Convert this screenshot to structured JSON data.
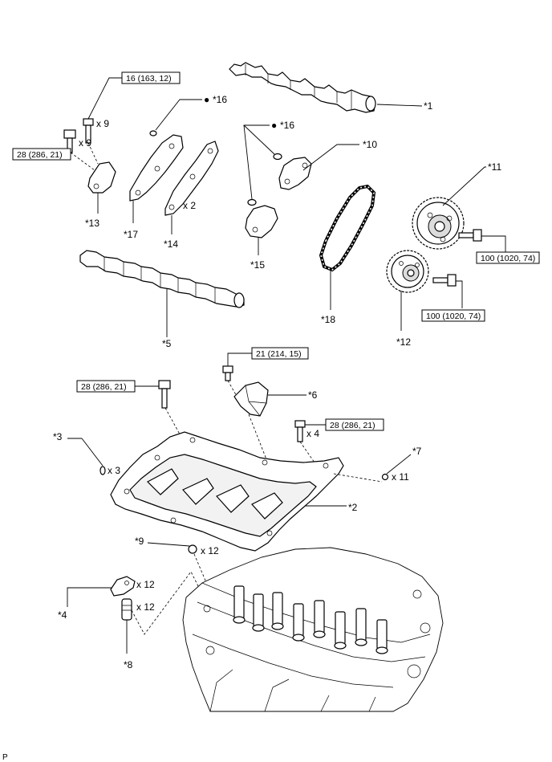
{
  "callouts": {
    "c1": "*1",
    "c2": "*2",
    "c3": "*3",
    "c4": "*4",
    "c5": "*5",
    "c6": "*6",
    "c7": "*7",
    "c8": "*8",
    "c9": "*9",
    "c10": "*10",
    "c11": "*11",
    "c12": "*12",
    "c13": "*13",
    "c14": "*14",
    "c15": "*15",
    "c16a": "*16",
    "c16b": "*16",
    "c17": "*17",
    "c18": "*18"
  },
  "torques": {
    "t_top": "16 (163, 12)",
    "t_left": "28 (286, 21)",
    "t_vvt1": "100 (1020, 74)",
    "t_vvt2": "100 (1020, 74)",
    "t_housing": "28 (286, 21)",
    "t_sensor": "21 (214, 15)",
    "t_bolt4": "28 (286, 21)"
  },
  "quantities": {
    "q9a": "x 9",
    "q9b": "x 9",
    "q2": "x 2",
    "q3": "x 3",
    "q4": "x 4",
    "q11": "x 11",
    "q12a": "x 12",
    "q12b": "x 12",
    "q12c": "x 12"
  },
  "bullets": {
    "b1": "●",
    "b2": "●"
  },
  "corner_mark": "P"
}
